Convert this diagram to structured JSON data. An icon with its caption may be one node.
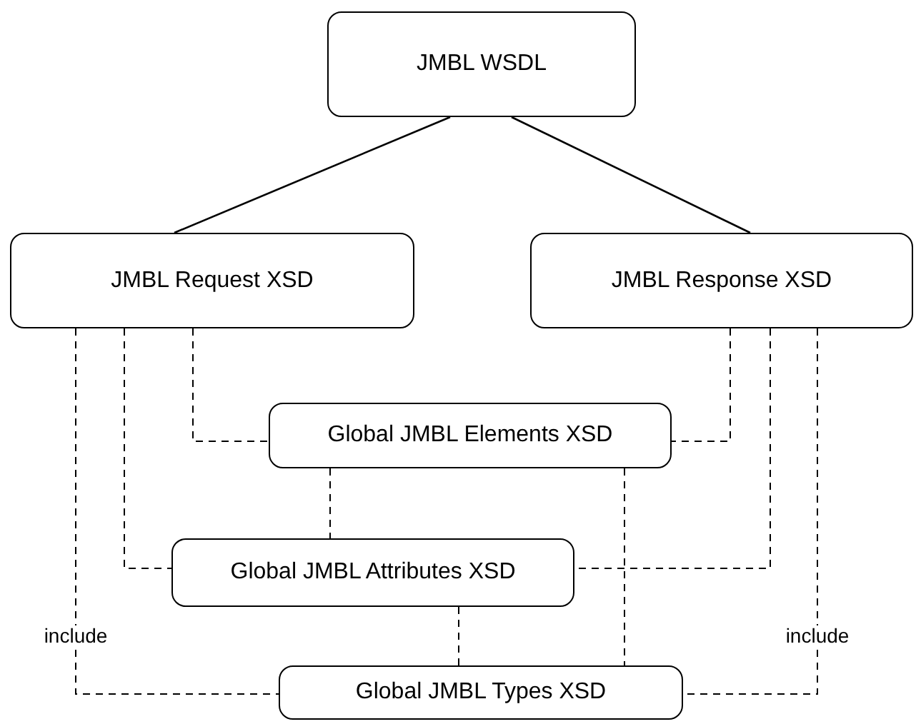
{
  "diagram": {
    "nodes": [
      {
        "text": [
          "JMBL WSDL"
        ]
      },
      {
        "text": [
          "JMBL Request XSD"
        ]
      },
      {
        "text": [
          "JMBL Response XSD"
        ]
      },
      {
        "text": [
          "Global JMBL Elements XSD"
        ]
      },
      {
        "text": [
          "Global JMBL Attributes XSD"
        ]
      },
      {
        "text": [
          "Global JMBL Types XSD"
        ]
      }
    ],
    "edges": [
      {
        "from": 0,
        "to": 1,
        "arrow": "none"
      },
      {
        "from": 0,
        "to": 2,
        "arrow": "none"
      },
      {
        "from": 1,
        "to": 3,
        "arrow": "none",
        "style": "dashed"
      },
      {
        "from": 1,
        "to": 4,
        "arrow": "none",
        "style": "dashed"
      },
      {
        "from": 1,
        "to": 5,
        "arrow": "none",
        "style": "dashed",
        "label": "include"
      },
      {
        "from": 2,
        "to": 3,
        "arrow": "none",
        "style": "dashed"
      },
      {
        "from": 2,
        "to": 4,
        "arrow": "none",
        "style": "dashed"
      },
      {
        "from": 2,
        "to": 5,
        "arrow": "none",
        "style": "dashed",
        "label": "include"
      },
      {
        "from": 3,
        "to": 4,
        "arrow": "none",
        "style": "dashed"
      },
      {
        "from": 3,
        "to": 5,
        "arrow": "none",
        "style": "dashed"
      },
      {
        "from": 4,
        "to": 5,
        "arrow": "none",
        "style": "dashed"
      }
    ]
  }
}
